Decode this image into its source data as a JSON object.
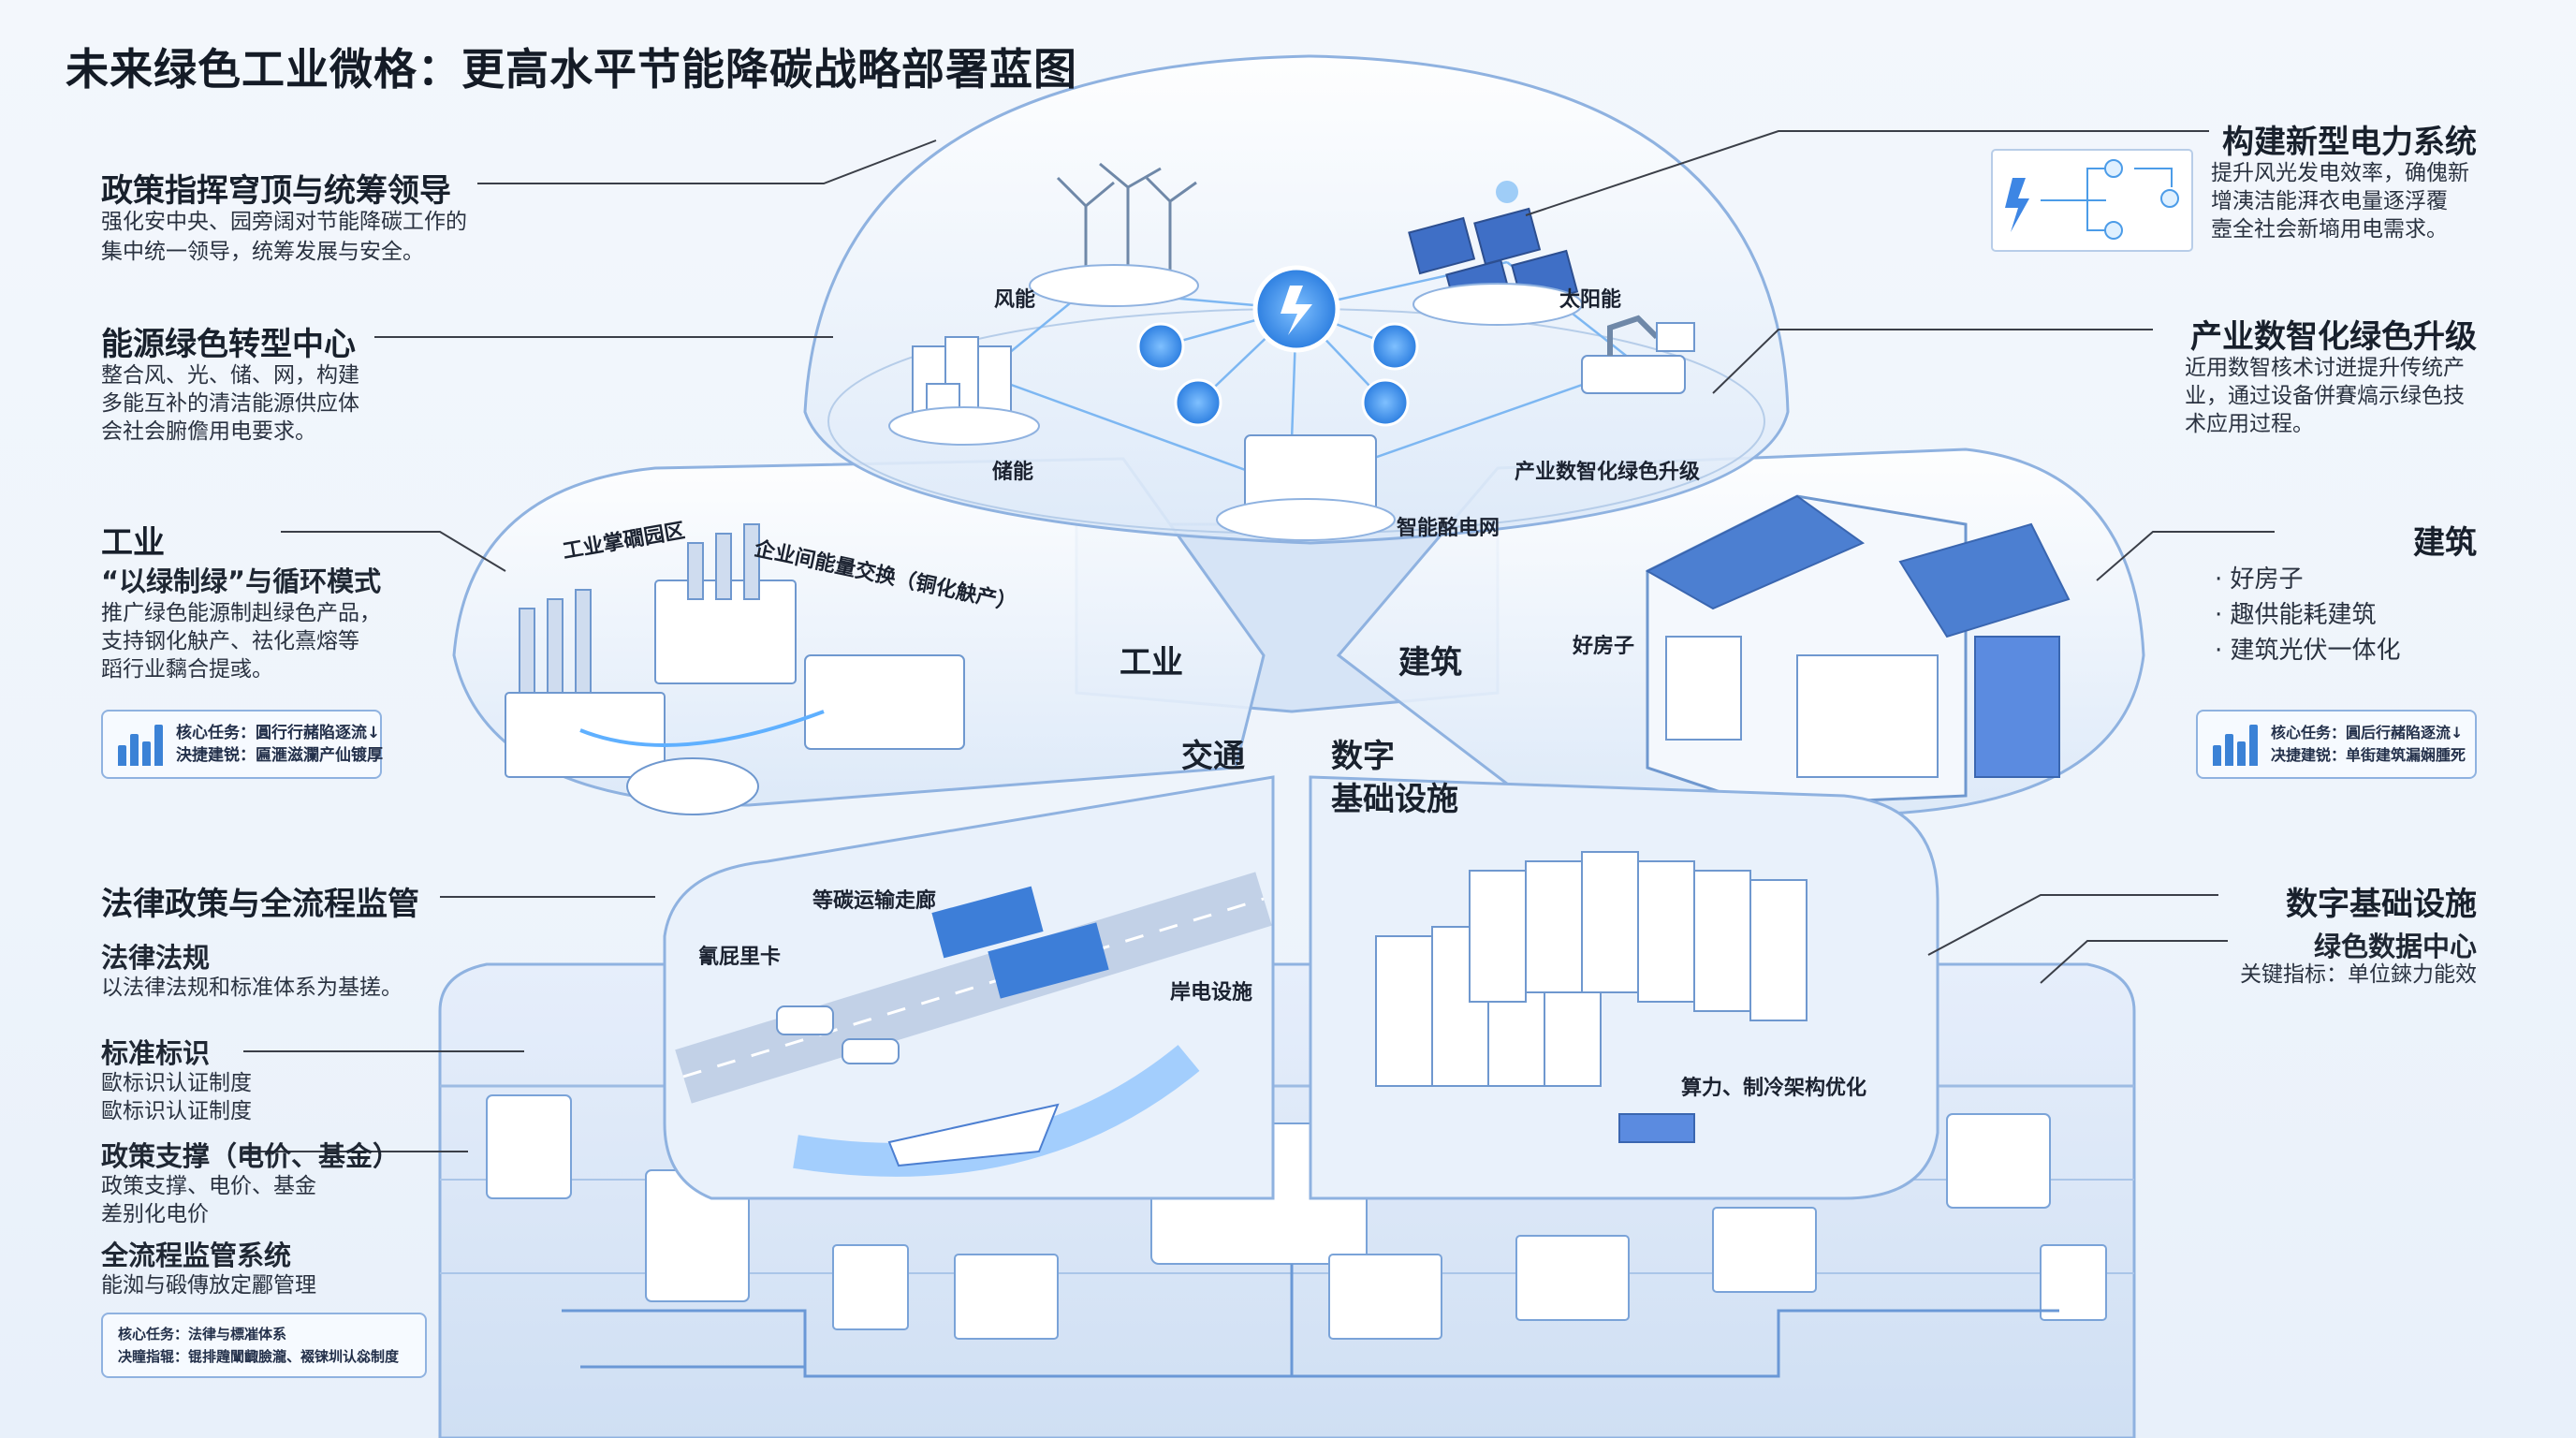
{
  "title": "未来绿色工业微格：更高水平节能降碳战略部署蓝图",
  "left": {
    "policy": {
      "heading": "政策指挥穹顶与统筹领导",
      "lines": [
        "强化安中央、园旁阔对节能降碳工作的",
        "集中统一领导，统筹发展与安全。"
      ]
    },
    "energy": {
      "heading": "能源绿色转型中心",
      "lines": [
        "整合风、光、储、网，构建",
        "多能互补的清洁能源供应体",
        "会社会腑儋用电要求。"
      ]
    },
    "industry": {
      "heading": "工业",
      "subheading": "“以绿制绿”与循环模式",
      "lines": [
        "推广绿色能源制赳绿色产品，",
        "支持钢化觖产、祛化熹熔等",
        "蹈行业黐合提彧。"
      ]
    },
    "industry_box": {
      "line1": "核心任务：圓行行赭陷逐流↓",
      "line2": "決捷建锐：匾滙滋瀾产仙镀厚"
    },
    "law": {
      "heading": "法律政策与全流程监管",
      "sub1": "法律法规",
      "sub1_line": "以法律法规和标准体系为基搓。",
      "sub2": "标准标识",
      "sub2_lines": [
        "歐标识认证制度",
        "歐标识认证制度"
      ],
      "sub3": "政策支撑（电价、基金）",
      "sub3_lines": [
        "政策支撑、电价、基金",
        "差别化电价"
      ],
      "sub4": "全流程监管系统",
      "sub4_line": "能洳与碫傳放定酈管理"
    },
    "law_box": {
      "line1": "核心任务：法律与標凗体系",
      "line2": "决瞳指辊：锟排韙闡齱臉瀧、裰铼圳认惢制度"
    }
  },
  "right": {
    "power": {
      "heading": "构建新型电力系统",
      "lines": [
        "提升风光发电效率，确傀新",
        "增洟洁能湃衣电量逐浮覆",
        "壼全社会新墒用电需求。"
      ]
    },
    "digital_industry": {
      "heading": "产业数智化绿色升级",
      "lines": [
        "近用数智核术讨迸提升传统产",
        "业，通过设备併賽熇示绿色技",
        "术应用过程。"
      ]
    },
    "building": {
      "heading": "建筑",
      "items": [
        "· 好房子",
        "· 趣供能耗建筑",
        "· 建筑光伏一体化"
      ]
    },
    "building_box": {
      "line1": "核心任务：圓后行赭陷逐流↓",
      "line2": "决捷建锐：单街建筑漏娴腫死"
    },
    "infra": {
      "heading": "数字基础设施",
      "subheading": "绿色数据中心",
      "line": "关键指标：单位錸力能效"
    }
  },
  "scene": {
    "wind": "风能",
    "solar": "太阳能",
    "storage": "储能",
    "smart_grid": "智能酩电网",
    "digital_upgrade": "产业数智化绿色升级",
    "park": "工业掌礀园区",
    "exchange": "企业间能量交换（铜化觖产）",
    "zone_industry": "工业",
    "zone_building": "建筑",
    "zone_transport": "交通",
    "zone_digital_1": "数字",
    "zone_digital_2": "基础设施",
    "freight": "等碳运输走廊",
    "truck": "氰屁里卡",
    "shore_power": "岸电设施",
    "good_house": "好房子",
    "cooling": "算力、制冷架构优化"
  },
  "colors": {
    "accent": "#2f7fe0",
    "line": "#8fb2e0",
    "text": "#18202c"
  }
}
